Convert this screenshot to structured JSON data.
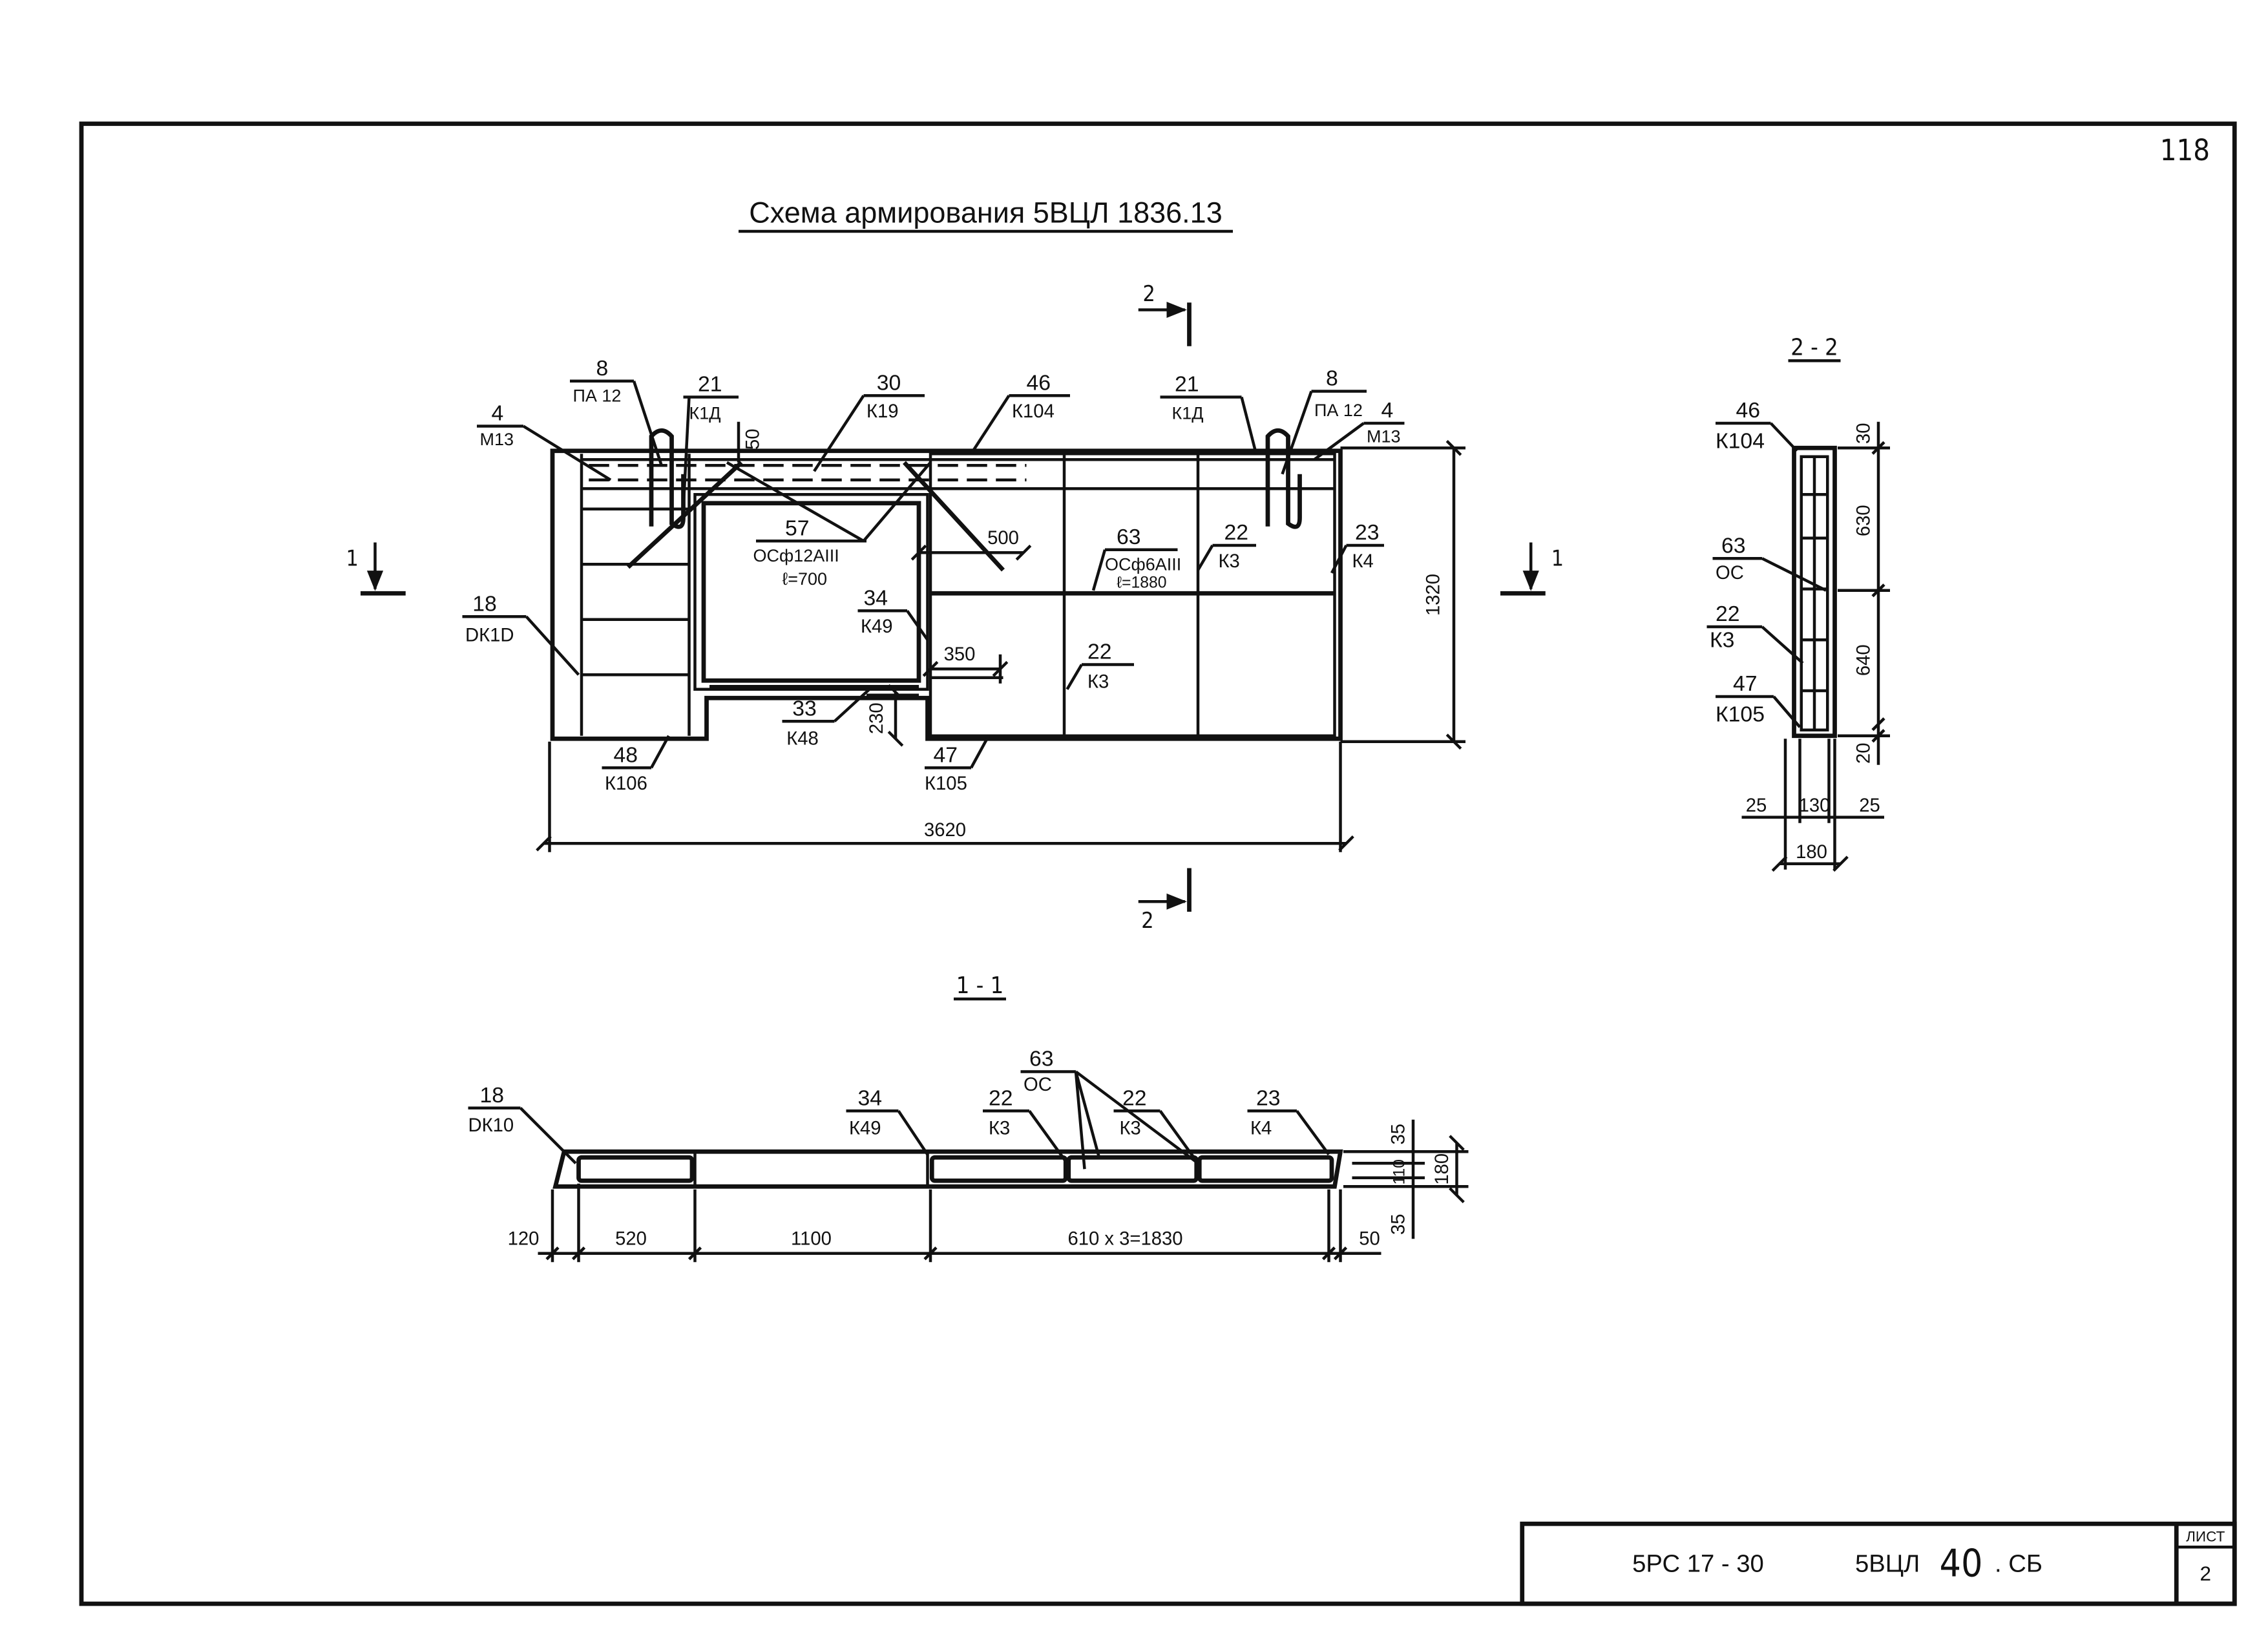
{
  "page_number": "118",
  "title": "Схема армирования 5ВЦЛ 1836.13",
  "section_marks": {
    "s2_top": "2",
    "s2_bottom": "2",
    "s1_left": "1",
    "s1_right": "1"
  },
  "plan": {
    "callouts": {
      "c4_left": {
        "num": "4",
        "mark": "М13"
      },
      "c8_left": {
        "num": "8",
        "mark": "ПА 12"
      },
      "c21_left": {
        "num": "21",
        "mark": "К1Д"
      },
      "c30": {
        "num": "30",
        "mark": "К19"
      },
      "c46": {
        "num": "46",
        "mark": "К104"
      },
      "c21_right": {
        "num": "21",
        "mark": "К1Д"
      },
      "c8_right": {
        "num": "8",
        "mark": "ПА 12"
      },
      "c4_right": {
        "num": "4",
        "mark": "М13"
      },
      "c57": {
        "num": "57",
        "mark": "ОСф12АIII",
        "note": "ℓ=700"
      },
      "c63": {
        "num": "63",
        "mark": "ОСф6АIII",
        "note": "ℓ=1880"
      },
      "c22_top": {
        "num": "22",
        "mark": "К3"
      },
      "c23": {
        "num": "23",
        "mark": "К4"
      },
      "c18": {
        "num": "18",
        "mark": "DК1D"
      },
      "c34": {
        "num": "34",
        "mark": "К49"
      },
      "c22_mid": {
        "num": "22",
        "mark": "К3"
      },
      "c33": {
        "num": "33",
        "mark": "К48"
      },
      "c48": {
        "num": "48",
        "mark": "К106"
      },
      "c47": {
        "num": "47",
        "mark": "К105"
      }
    },
    "dims": {
      "d50": "50",
      "d500": "500",
      "d350": "350",
      "d230": "230",
      "d1320": "1320",
      "d3620": "3620"
    }
  },
  "section_2_2": {
    "title": "2 - 2",
    "callouts": {
      "c46": {
        "num": "46",
        "mark": "К104"
      },
      "c63": {
        "num": "63",
        "mark": "ОС"
      },
      "c22": {
        "num": "22",
        "mark": "К3"
      },
      "c47": {
        "num": "47",
        "mark": "К105"
      }
    },
    "dims": {
      "d30": "30",
      "d630": "630",
      "d640": "640",
      "d20": "20",
      "d25a": "25",
      "d130": "130",
      "d25b": "25",
      "d180": "180"
    }
  },
  "section_1_1": {
    "title": "1 - 1",
    "callouts": {
      "c18": {
        "num": "18",
        "mark": "DК10"
      },
      "c34": {
        "num": "34",
        "mark": "К49"
      },
      "c22a": {
        "num": "22",
        "mark": "К3"
      },
      "c63": {
        "num": "63",
        "mark": "ОС"
      },
      "c22b": {
        "num": "22",
        "mark": "К3"
      },
      "c23": {
        "num": "23",
        "mark": "К4"
      }
    },
    "dims": {
      "d120": "120",
      "d520": "520",
      "d1100": "1100",
      "d1830": "610 х 3=1830",
      "d50": "50",
      "d35a": "35",
      "d110": "110",
      "d35b": "35",
      "d180": "180"
    }
  },
  "title_block": {
    "code": "5РС 17 - 30",
    "doc_prefix": "5ВЦЛ",
    "doc_num": "40",
    "doc_suffix": ". СБ",
    "sheet_label": "ЛИСТ",
    "sheet_num": "2"
  }
}
